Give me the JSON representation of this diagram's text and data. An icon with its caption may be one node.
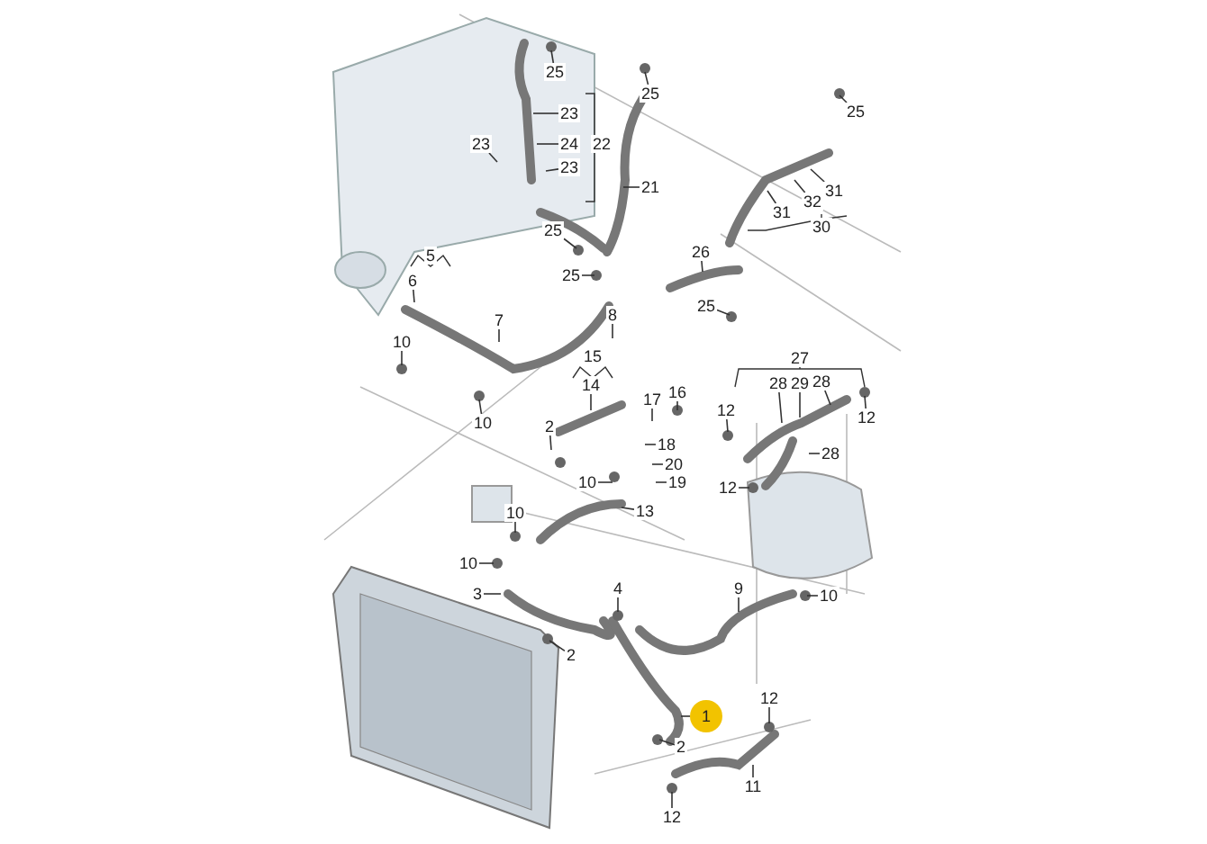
{
  "diagram": {
    "nodes": [
      {
        "text": [
          "25"
        ]
      },
      {
        "text": [
          "25"
        ]
      },
      {
        "text": [
          "25"
        ]
      },
      {
        "text": [
          "23"
        ]
      },
      {
        "text": [
          "23"
        ]
      },
      {
        "text": [
          "24"
        ]
      },
      {
        "text": [
          "22"
        ]
      },
      {
        "text": [
          "23"
        ]
      },
      {
        "text": [
          "21"
        ]
      },
      {
        "text": [
          "31"
        ]
      },
      {
        "text": [
          "32"
        ]
      },
      {
        "text": [
          "31"
        ]
      },
      {
        "text": [
          "30"
        ]
      },
      {
        "text": [
          "25"
        ]
      },
      {
        "text": [
          "26"
        ]
      },
      {
        "text": [
          "5"
        ]
      },
      {
        "text": [
          "25"
        ]
      },
      {
        "text": [
          "6"
        ]
      },
      {
        "text": [
          "25"
        ]
      },
      {
        "text": [
          "7"
        ]
      },
      {
        "text": [
          "8"
        ]
      },
      {
        "text": [
          "10"
        ]
      },
      {
        "text": [
          "27"
        ]
      },
      {
        "text": [
          "15"
        ]
      },
      {
        "text": [
          "28"
        ]
      },
      {
        "text": [
          "29"
        ]
      },
      {
        "text": [
          "28"
        ]
      },
      {
        "text": [
          "14"
        ]
      },
      {
        "text": [
          "16"
        ]
      },
      {
        "text": [
          "17"
        ]
      },
      {
        "text": [
          "12"
        ]
      },
      {
        "text": [
          "12"
        ]
      },
      {
        "text": [
          "10"
        ]
      },
      {
        "text": [
          "2"
        ]
      },
      {
        "text": [
          "18"
        ]
      },
      {
        "text": [
          "28"
        ]
      },
      {
        "text": [
          "20"
        ]
      },
      {
        "text": [
          "10"
        ]
      },
      {
        "text": [
          "19"
        ]
      },
      {
        "text": [
          "12"
        ]
      },
      {
        "text": [
          "13"
        ]
      },
      {
        "text": [
          "10"
        ]
      },
      {
        "text": [
          "10"
        ]
      },
      {
        "text": [
          "3"
        ]
      },
      {
        "text": [
          "4"
        ]
      },
      {
        "text": [
          "9"
        ]
      },
      {
        "text": [
          "10"
        ]
      },
      {
        "text": [
          "2"
        ]
      },
      {
        "text": [
          "12"
        ]
      },
      {
        "text": [
          "1"
        ]
      },
      {
        "text": [
          "2"
        ]
      },
      {
        "text": [
          "11"
        ]
      },
      {
        "text": [
          "12"
        ]
      }
    ],
    "edges": [
      {
        "from": 0,
        "to": null,
        "arrow": "none"
      },
      {
        "from": 1,
        "to": null,
        "arrow": "none"
      },
      {
        "from": 2,
        "to": null,
        "arrow": "none"
      },
      {
        "from": 3,
        "to": null,
        "arrow": "none"
      },
      {
        "from": 4,
        "to": null,
        "arrow": "none"
      },
      {
        "from": 5,
        "to": null,
        "arrow": "none"
      },
      {
        "from": 7,
        "to": null,
        "arrow": "none"
      },
      {
        "from": 8,
        "to": null,
        "arrow": "none"
      },
      {
        "from": 9,
        "to": null,
        "arrow": "none"
      },
      {
        "from": 10,
        "to": null,
        "arrow": "none"
      },
      {
        "from": 11,
        "to": null,
        "arrow": "none"
      },
      {
        "from": 13,
        "to": null,
        "arrow": "none"
      },
      {
        "from": 14,
        "to": null,
        "arrow": "none"
      },
      {
        "from": 16,
        "to": null,
        "arrow": "none"
      },
      {
        "from": 17,
        "to": null,
        "arrow": "none"
      },
      {
        "from": 18,
        "to": null,
        "arrow": "none"
      },
      {
        "from": 19,
        "to": null,
        "arrow": "none"
      },
      {
        "from": 20,
        "to": null,
        "arrow": "none"
      },
      {
        "from": 21,
        "to": null,
        "arrow": "none"
      },
      {
        "from": 24,
        "to": null,
        "arrow": "none"
      },
      {
        "from": 25,
        "to": null,
        "arrow": "none"
      },
      {
        "from": 26,
        "to": null,
        "arrow": "none"
      },
      {
        "from": 27,
        "to": null,
        "arrow": "none"
      },
      {
        "from": 28,
        "to": null,
        "arrow": "none"
      },
      {
        "from": 29,
        "to": null,
        "arrow": "none"
      },
      {
        "from": 30,
        "to": null,
        "arrow": "none"
      },
      {
        "from": 31,
        "to": null,
        "arrow": "none"
      },
      {
        "from": 32,
        "to": null,
        "arrow": "none"
      },
      {
        "from": 33,
        "to": null,
        "arrow": "none"
      },
      {
        "from": 34,
        "to": null,
        "arrow": "none"
      },
      {
        "from": 35,
        "to": null,
        "arrow": "none"
      },
      {
        "from": 36,
        "to": null,
        "arrow": "none"
      },
      {
        "from": 37,
        "to": null,
        "arrow": "none"
      },
      {
        "from": 38,
        "to": null,
        "arrow": "none"
      },
      {
        "from": 39,
        "to": null,
        "arrow": "none"
      },
      {
        "from": 40,
        "to": null,
        "arrow": "none"
      },
      {
        "from": 41,
        "to": null,
        "arrow": "none"
      },
      {
        "from": 42,
        "to": null,
        "arrow": "none"
      },
      {
        "from": 43,
        "to": null,
        "arrow": "none"
      },
      {
        "from": 44,
        "to": null,
        "arrow": "none"
      },
      {
        "from": 45,
        "to": null,
        "arrow": "none"
      },
      {
        "from": 46,
        "to": null,
        "arrow": "none"
      },
      {
        "from": 47,
        "to": null,
        "arrow": "none"
      },
      {
        "from": 48,
        "to": null,
        "arrow": "none"
      },
      {
        "from": 49,
        "to": null,
        "arrow": "none"
      },
      {
        "from": 50,
        "to": null,
        "arrow": "none"
      },
      {
        "from": 51,
        "to": null,
        "arrow": "none"
      },
      {
        "from": 52,
        "to": null,
        "arrow": "none"
      }
    ]
  }
}
